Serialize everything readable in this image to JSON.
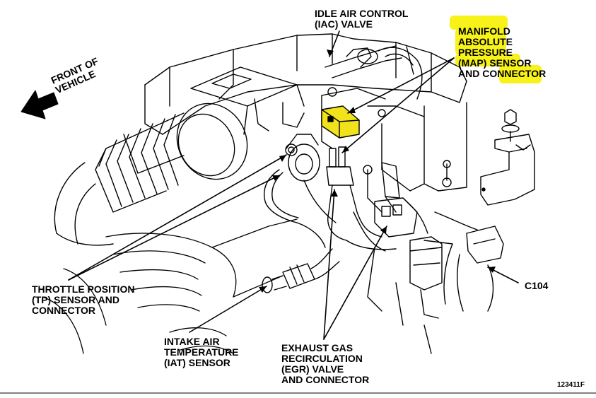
{
  "labels": {
    "iac": "IDLE AIR CONTROL\n(IAC) VALVE",
    "map": "MANIFOLD\nABSOLUTE\nPRESSURE\n(MAP) SENSOR\nAND CONNECTOR",
    "front": "FRONT OF\nVEHICLE",
    "tp": "THROTTLE POSITION\n(TP) SENSOR AND\nCONNECTOR",
    "iat": "INTAKE AIR\nTEMPERATURE\n(IAT) SENSOR",
    "egr": "EXHAUST GAS\nRECIRCULATION\n(EGR) VALVE\nAND CONNECTOR",
    "c104": "C104",
    "figure_id": "123411F"
  },
  "colors": {
    "highlight": "#f7f21a",
    "ink": "#000000",
    "sensor_fill": "#f2e21c"
  },
  "icons": {
    "front_arrow": "arrow-left-icon"
  }
}
